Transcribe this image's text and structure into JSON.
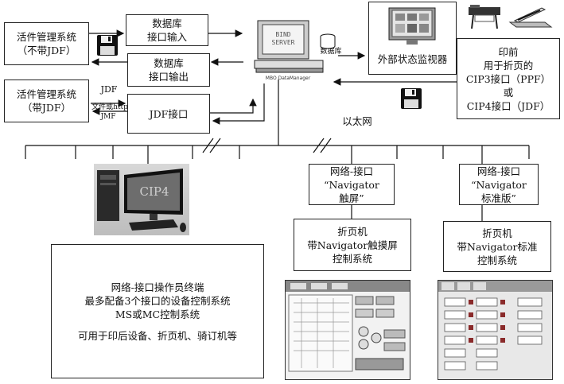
{
  "boxes": {
    "mgmt_no_jdf": [
      "活件管理系统",
      "（不带JDF）"
    ],
    "db_in": [
      "数据库",
      "接口输入"
    ],
    "db_out": [
      "数据库",
      "接口输出"
    ],
    "mgmt_jdf": [
      "活件管理系统",
      "（带JDF）"
    ],
    "jdf_if": [
      "JDF接口"
    ],
    "ext_monitor": [
      "外部状态监视器"
    ],
    "prepress": [
      "印前",
      "用于折页的",
      "CIP3接口（PPF）",
      "或",
      "CIP4接口（JDF）"
    ],
    "net_touch": [
      "网络-接口",
      "“Navigator",
      "触屏”"
    ],
    "net_std": [
      "网络-接口",
      "“Navigator",
      "标准版”"
    ],
    "folder_touch": [
      "折页机",
      "带Navigator触摸屏",
      "控制系统"
    ],
    "folder_std": [
      "折页机",
      "带Navigator标准",
      "控制系统"
    ],
    "terminal": [
      "网络-接口操作员终端",
      "最多配备3个接口的设备控制系统",
      "MS或MC控制系统",
      "",
      "可用于印后设备、折页机、骑订机等"
    ]
  },
  "labels": {
    "jdf": "JDF",
    "file_http": "文件或http",
    "jmf": "JMF",
    "database": "数据库",
    "ethernet": "以太网",
    "server_line1": "BIND",
    "server_line2": "SERVER",
    "server_caption": "MBO DataManager",
    "pc_screen": "CIP4"
  },
  "colors": {
    "line": "#111111",
    "box_border": "#222222"
  }
}
